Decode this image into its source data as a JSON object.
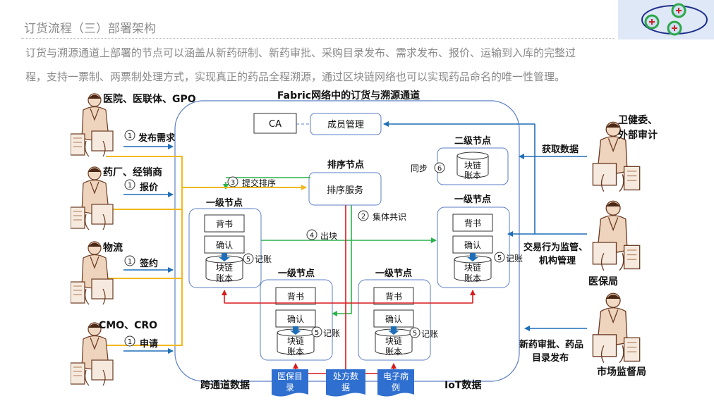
{
  "header": {
    "title": "订货流程（三）部署架构",
    "intro_line1": "订货与溯源通道上部署的节点可以涵盖从新药研制、新药审批、采购目录发布、需求发布、报价、运输到入库的完整过",
    "intro_line2": "程，支持一票制、两票制处理方式，实现真正的药品全程溯源，通过区块链网络也可以实现药品命名的唯一性管理。"
  },
  "diagram": {
    "channel_title": "Fabric网络中的订货与溯源通道",
    "left_actors": [
      {
        "name": "医院、医联体、GPO",
        "step": "1",
        "action": "发布需求"
      },
      {
        "name": "药厂、经销商",
        "step": "1",
        "action": "报价"
      },
      {
        "name": "物流",
        "step": "1",
        "action": "签约"
      },
      {
        "name": "CMO、CRO",
        "step": "1",
        "action": "申请"
      }
    ],
    "right_actors": [
      {
        "name_line1": "卫健委、",
        "name_line2": "外部审计",
        "action": "获取数据"
      },
      {
        "name": "医保局",
        "action_line1": "交易行为监管、",
        "action_line2": "机构管理"
      },
      {
        "name": "市场监督局",
        "action_line1": "新药审批、药品",
        "action_line2": "目录发布"
      }
    ],
    "ca_label": "CA",
    "member_mgmt_label": "成员管理",
    "order_node": {
      "title": "排序节点",
      "service": "排序服务"
    },
    "secondary_node": {
      "title": "二级节点",
      "sync_label": "同步",
      "step": "6",
      "ledger_line1": "块链",
      "ledger_line2": "账本"
    },
    "primary_node_title": "一级节点",
    "endorse_label": "背书",
    "confirm_label": "确认",
    "ledger_line1": "块链",
    "ledger_line2": "账本",
    "record_step": "5",
    "record_label": "记账",
    "submit_step": "3",
    "submit_label": "提交排序",
    "consensus_step": "2",
    "consensus_label": "集体共识",
    "block_step": "4",
    "block_label": "出块",
    "cross_channel_label": "跨通道数据",
    "iot_label": "IoT数据",
    "data_docs": [
      {
        "line1": "医保目",
        "line2": "录"
      },
      {
        "line1": "处方数",
        "line2": "据"
      },
      {
        "line1": "电子病",
        "line2": "例"
      }
    ]
  },
  "colors": {
    "blue_arrow": "#1f6fb8",
    "yellow_arrow": "#f2b81c",
    "green_arrow": "#2bb24c",
    "red_arrow": "#d7191c",
    "channel_border": "#5b7fc4",
    "doc_fill": "#2f6fd0"
  },
  "icons": [
    "person-at-computer-icon",
    "cylinder-ledger-icon",
    "network-logo-icon"
  ]
}
